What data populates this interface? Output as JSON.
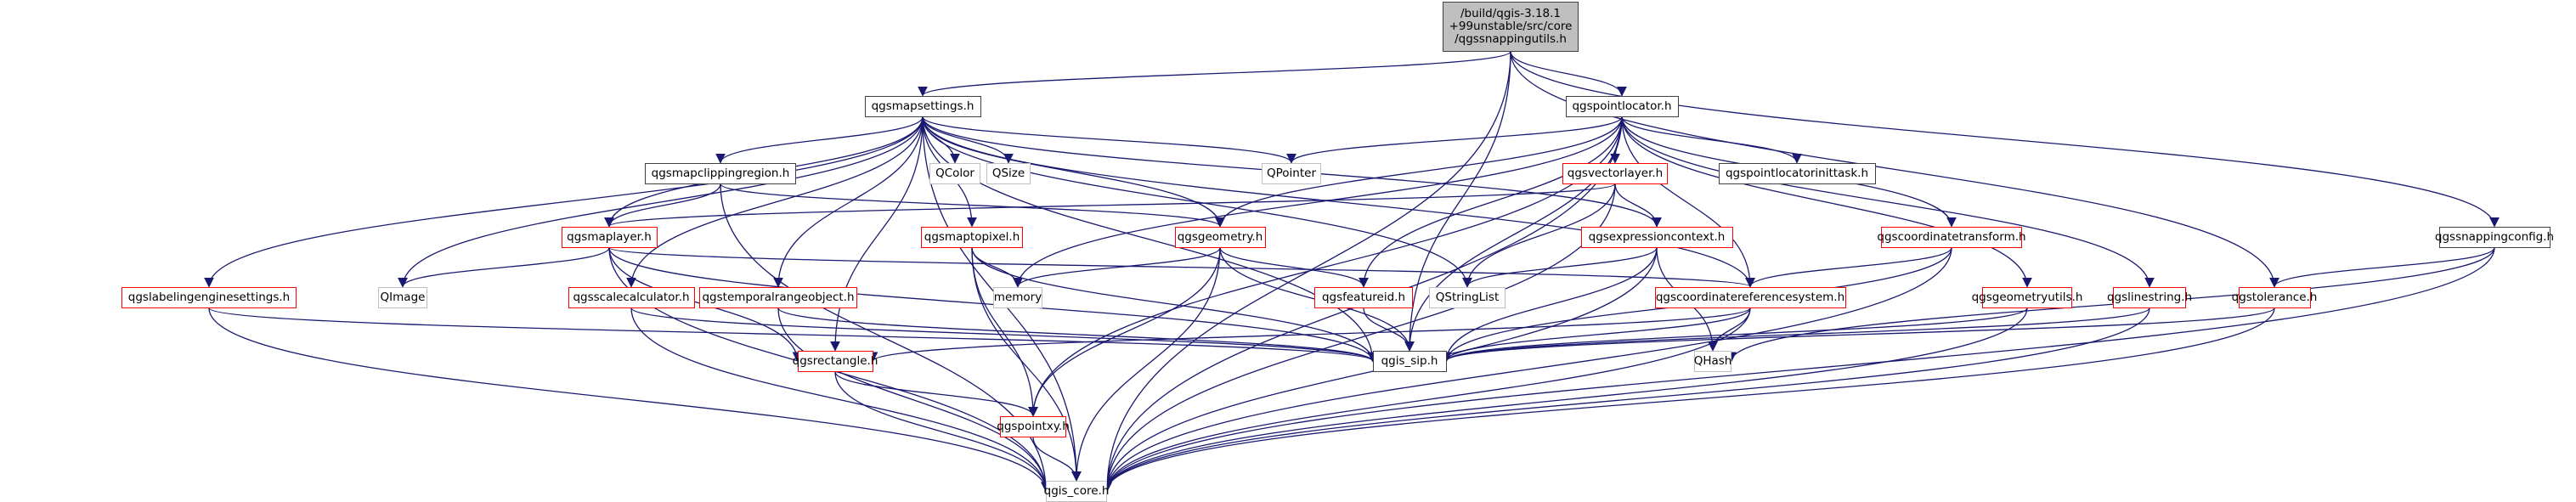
{
  "diagram": {
    "type": "include-dependency-graph",
    "edge_color": "#191970",
    "node_styles": {
      "root": {
        "fill": "#bfbfbf",
        "border": "#404040"
      },
      "documented": {
        "fill": "#ffffff",
        "border": "#404040"
      },
      "has_more_deps": {
        "fill": "#ffffff",
        "border": "#ff0000"
      },
      "external": {
        "fill": "#ffffff",
        "border": "#bfbfbf"
      }
    },
    "root": {
      "id": "root",
      "lines": [
        "/build/qgis-3.18.1",
        "+99unstable/src/core",
        "/qgssnappingutils.h"
      ]
    },
    "nodes": [
      {
        "id": "qgsmapsettings",
        "label": "qgsmapsettings.h",
        "style": "black"
      },
      {
        "id": "qgspointlocator",
        "label": "qgspointlocator.h",
        "style": "black"
      },
      {
        "id": "qgsmapclippingregion",
        "label": "qgsmapclippingregion.h",
        "style": "black"
      },
      {
        "id": "qgsmaplayer",
        "label": "qgsmaplayer.h",
        "style": "red"
      },
      {
        "id": "qcolor",
        "label": "QColor",
        "style": "gray"
      },
      {
        "id": "qsize",
        "label": "QSize",
        "style": "gray"
      },
      {
        "id": "qpointer",
        "label": "QPointer",
        "style": "gray"
      },
      {
        "id": "qgsmaptopixel",
        "label": "qgsmaptopixel.h",
        "style": "red"
      },
      {
        "id": "qgsgeometry",
        "label": "qgsgeometry.h",
        "style": "red"
      },
      {
        "id": "qgsvectorlayer",
        "label": "qgsvectorlayer.h",
        "style": "red"
      },
      {
        "id": "qgspointlocatorinittask",
        "label": "qgspointlocatorinittask.h",
        "style": "black"
      },
      {
        "id": "qgsexpressioncontext",
        "label": "qgsexpressioncontext.h",
        "style": "red"
      },
      {
        "id": "qgscoordinatetransform",
        "label": "qgscoordinatetransform.h",
        "style": "red"
      },
      {
        "id": "qgssnappingconfig",
        "label": "qgssnappingconfig.h",
        "style": "black"
      },
      {
        "id": "qgslabelingenginesettings",
        "label": "qgslabelingenginesettings.h",
        "style": "red"
      },
      {
        "id": "qimage",
        "label": "QImage",
        "style": "gray"
      },
      {
        "id": "qgsscalecalculator",
        "label": "qgsscalecalculator.h",
        "style": "red"
      },
      {
        "id": "qgstemporalrangeobject",
        "label": "qgstemporalrangeobject.h",
        "style": "red"
      },
      {
        "id": "memory",
        "label": "memory",
        "style": "gray"
      },
      {
        "id": "qgsfeatureid",
        "label": "qgsfeatureid.h",
        "style": "red"
      },
      {
        "id": "qstringlist",
        "label": "QStringList",
        "style": "gray"
      },
      {
        "id": "qgscoordinatereferencesystem",
        "label": "qgscoordinatereferencesystem.h",
        "style": "red"
      },
      {
        "id": "qgsgeometryutils",
        "label": "qgsgeometryutils.h",
        "style": "red"
      },
      {
        "id": "qgslinestring",
        "label": "qgslinestring.h",
        "style": "red"
      },
      {
        "id": "qgstolerance",
        "label": "qgstolerance.h",
        "style": "red"
      },
      {
        "id": "qgsrectangle",
        "label": "qgsrectangle.h",
        "style": "red"
      },
      {
        "id": "qgis_sip",
        "label": "qgis_sip.h",
        "style": "black"
      },
      {
        "id": "qhash",
        "label": "QHash",
        "style": "gray"
      },
      {
        "id": "qgspointxy",
        "label": "qgspointxy.h",
        "style": "red"
      },
      {
        "id": "qgis_core",
        "label": "qgis_core.h",
        "style": "gray"
      }
    ],
    "edges": [
      [
        "root",
        "qgsmapsettings"
      ],
      [
        "root",
        "qgspointlocator"
      ],
      [
        "root",
        "qgssnappingconfig"
      ],
      [
        "root",
        "qgis_core"
      ],
      [
        "root",
        "qgis_sip"
      ],
      [
        "root",
        "qgstolerance"
      ],
      [
        "qgsmapsettings",
        "qgsmapclippingregion"
      ],
      [
        "qgsmapsettings",
        "qgsmaplayer"
      ],
      [
        "qgsmapsettings",
        "qcolor"
      ],
      [
        "qgsmapsettings",
        "qsize"
      ],
      [
        "qgsmapsettings",
        "qpointer"
      ],
      [
        "qgsmapsettings",
        "qgsmaptopixel"
      ],
      [
        "qgsmapsettings",
        "qgsgeometry"
      ],
      [
        "qgsmapsettings",
        "qgsexpressioncontext"
      ],
      [
        "qgsmapsettings",
        "qgscoordinatereferencesystem"
      ],
      [
        "qgsmapsettings",
        "qgslabelingenginesettings"
      ],
      [
        "qgsmapsettings",
        "qimage"
      ],
      [
        "qgsmapsettings",
        "qgsscalecalculator"
      ],
      [
        "qgsmapsettings",
        "qgstemporalrangeobject"
      ],
      [
        "qgsmapsettings",
        "qgsrectangle"
      ],
      [
        "qgsmapsettings",
        "qgis_sip"
      ],
      [
        "qgsmapsettings",
        "qgis_core"
      ],
      [
        "qgsmapsettings",
        "qstringlist"
      ],
      [
        "qgspointlocator",
        "qgsvectorlayer"
      ],
      [
        "qgspointlocator",
        "qgspointlocatorinittask"
      ],
      [
        "qgspointlocator",
        "qpointer"
      ],
      [
        "qgspointlocator",
        "qgscoordinatetransform"
      ],
      [
        "qgspointlocator",
        "qgsgeometryutils"
      ],
      [
        "qgspointlocator",
        "qgslinestring"
      ],
      [
        "qgspointlocator",
        "qgscoordinatereferencesystem"
      ],
      [
        "qgspointlocator",
        "qgsfeatureid"
      ],
      [
        "qgspointlocator",
        "qgsgeometry"
      ],
      [
        "qgspointlocator",
        "memory"
      ],
      [
        "qgspointlocator",
        "qgspointxy"
      ],
      [
        "qgspointlocator",
        "qgis_sip"
      ],
      [
        "qgspointlocator",
        "qgis_core"
      ],
      [
        "qgsmapclippingregion",
        "qgsmaplayer"
      ],
      [
        "qgsmapclippingregion",
        "qgsgeometry"
      ],
      [
        "qgsmapclippingregion",
        "qgis_core"
      ],
      [
        "qgsmaplayer",
        "qimage"
      ],
      [
        "qgsmaplayer",
        "qgsrectangle"
      ],
      [
        "qgsmaplayer",
        "qgscoordinatereferencesystem"
      ],
      [
        "qgsmaplayer",
        "qgis_sip"
      ],
      [
        "qgsmaplayer",
        "qgis_core"
      ],
      [
        "qgsmaptopixel",
        "memory"
      ],
      [
        "qgsmaptopixel",
        "qgspointxy"
      ],
      [
        "qgsmaptopixel",
        "qgis_sip"
      ],
      [
        "qgsmaptopixel",
        "qgis_core"
      ],
      [
        "qgsgeometry",
        "memory"
      ],
      [
        "qgsgeometry",
        "qgsfeatureid"
      ],
      [
        "qgsgeometry",
        "qgspointxy"
      ],
      [
        "qgsgeometry",
        "qgis_sip"
      ],
      [
        "qgsgeometry",
        "qgis_core"
      ],
      [
        "qgsvectorlayer",
        "qgsexpressioncontext"
      ],
      [
        "qgsvectorlayer",
        "qgsmaplayer"
      ],
      [
        "qgsvectorlayer",
        "qstringlist"
      ],
      [
        "qgsvectorlayer",
        "qgis_core"
      ],
      [
        "qgsexpressioncontext",
        "qstringlist"
      ],
      [
        "qgsexpressioncontext",
        "qhash"
      ],
      [
        "qgsexpressioncontext",
        "qgis_sip"
      ],
      [
        "qgsexpressioncontext",
        "qgis_core"
      ],
      [
        "qgscoordinatetransform",
        "qgscoordinatereferencesystem"
      ],
      [
        "qgscoordinatetransform",
        "qgis_sip"
      ],
      [
        "qgscoordinatetransform",
        "qgis_core"
      ],
      [
        "qgssnappingconfig",
        "qgstolerance"
      ],
      [
        "qgssnappingconfig",
        "qhash"
      ],
      [
        "qgssnappingconfig",
        "qgis_core"
      ],
      [
        "qgslabelingenginesettings",
        "qgis_sip"
      ],
      [
        "qgslabelingenginesettings",
        "qgis_core"
      ],
      [
        "qgsscalecalculator",
        "qgis_sip"
      ],
      [
        "qgsscalecalculator",
        "qgis_core"
      ],
      [
        "qgstemporalrangeobject",
        "qgis_sip"
      ],
      [
        "qgstemporalrangeobject",
        "qgis_core"
      ],
      [
        "qgsfeatureid",
        "qgis_sip"
      ],
      [
        "qgscoordinatereferencesystem",
        "qgis_sip"
      ],
      [
        "qgscoordinatereferencesystem",
        "qhash"
      ],
      [
        "qgscoordinatereferencesystem",
        "qgsrectangle"
      ],
      [
        "qgscoordinatereferencesystem",
        "qgis_core"
      ],
      [
        "qgsgeometryutils",
        "qgis_sip"
      ],
      [
        "qgsgeometryutils",
        "qgis_core"
      ],
      [
        "qgslinestring",
        "qgis_sip"
      ],
      [
        "qgslinestring",
        "qgis_core"
      ],
      [
        "qgstolerance",
        "qgis_sip"
      ],
      [
        "qgstolerance",
        "qgis_core"
      ],
      [
        "qgsrectangle",
        "qgspointxy"
      ],
      [
        "qgsrectangle",
        "qgis_core"
      ],
      [
        "qgspointxy",
        "qgis_core"
      ]
    ]
  }
}
